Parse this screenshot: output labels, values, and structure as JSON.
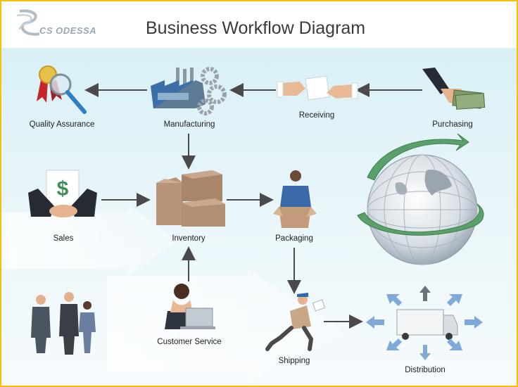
{
  "brand": {
    "logo_text": "CS ODESSA"
  },
  "diagram": {
    "title": "Business Workflow Diagram",
    "nodes": {
      "quality_assurance": "Quality Assurance",
      "manufacturing": "Manufacturing",
      "receiving": "Receiving",
      "purchasing": "Purchasing",
      "sales": "Sales",
      "inventory": "Inventory",
      "packaging": "Packaging",
      "customer_service": "Customer Service",
      "shipping": "Shipping",
      "distribution": "Distribution"
    }
  },
  "colors": {
    "arrow": "#4a4a4a",
    "accent_border": "#f2c400",
    "ribbon": "#5aa06a",
    "box": "#b8947a"
  }
}
